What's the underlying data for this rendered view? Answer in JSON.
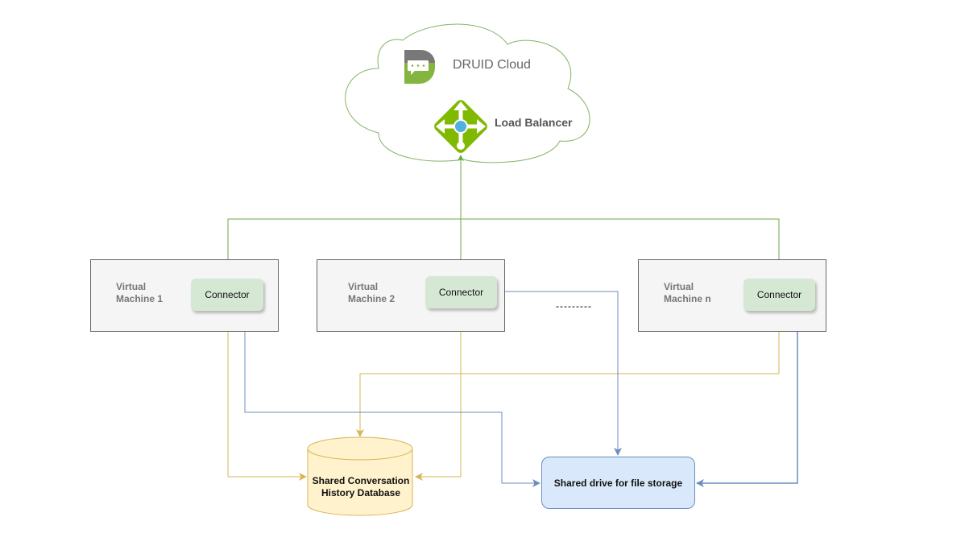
{
  "cloud": {
    "title": "DRUID Cloud",
    "logo_icon": "druid-chat-logo-icon",
    "load_balancer": {
      "label": "Load Balancer",
      "icon": "load-balancer-icon"
    }
  },
  "virtual_machines": [
    {
      "label": "Virtual\nMachine 1",
      "connector_label": "Connector"
    },
    {
      "label": "Virtual\nMachine 2",
      "connector_label": "Connector"
    },
    {
      "label": "Virtual\nMachine n",
      "connector_label": "Connector"
    }
  ],
  "ellipsis": "---------",
  "database": {
    "label": "Shared Conversation\nHistory Database"
  },
  "shared_drive": {
    "label": "Shared drive for file storage"
  },
  "colors": {
    "cloud_stroke": "#82b366",
    "green_link": "#6aaa44",
    "yellow_link": "#d6b656",
    "blue_link": "#6c8ebf",
    "connector_fill": "#d5e8d4",
    "vm_fill": "#f5f5f5",
    "db_fill": "#fff2cc",
    "drive_fill": "#dae8fc",
    "lb_green": "#7fba00",
    "lb_blue": "#50b0e0"
  },
  "connections": [
    {
      "from": "connector-vm1",
      "to": "load-balancer",
      "color": "green"
    },
    {
      "from": "connector-vm2",
      "to": "load-balancer",
      "color": "green"
    },
    {
      "from": "connector-vmn",
      "to": "load-balancer",
      "color": "green"
    },
    {
      "from": "connector-vm1",
      "to": "database",
      "color": "yellow",
      "bidirectional": true
    },
    {
      "from": "connector-vm2",
      "to": "database",
      "color": "yellow",
      "bidirectional": true
    },
    {
      "from": "connector-vmn",
      "to": "database",
      "color": "yellow",
      "bidirectional": true
    },
    {
      "from": "connector-vm1",
      "to": "shared-drive",
      "color": "blue",
      "bidirectional": true
    },
    {
      "from": "connector-vm2",
      "to": "shared-drive",
      "color": "blue",
      "bidirectional": true
    },
    {
      "from": "connector-vmn",
      "to": "shared-drive",
      "color": "blue",
      "bidirectional": true
    }
  ]
}
